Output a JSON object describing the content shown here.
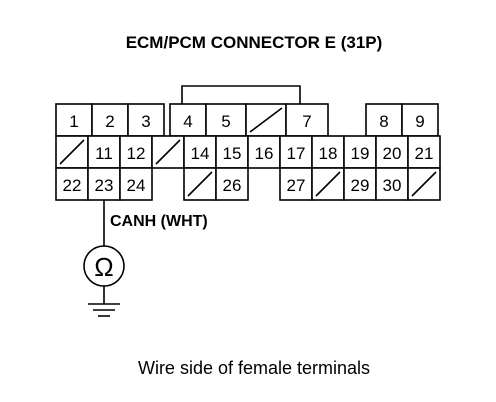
{
  "title": "ECM/PCM CONNECTOR E (31P)",
  "caption": "Wire side of female terminals",
  "wire_label": "CANH (WHT)",
  "meter_symbol": "Ω",
  "meter_icon": "ohmmeter-icon",
  "ground_icon": "ground-icon",
  "rows": [
    [
      "1",
      "2",
      "3",
      "4",
      "5",
      "",
      "7",
      "8",
      "9"
    ],
    [
      "",
      "11",
      "12",
      "",
      "14",
      "15",
      "16",
      "17",
      "18",
      "19",
      "20",
      "21"
    ],
    [
      "22",
      "23",
      "24",
      "",
      "26",
      "27",
      "",
      "29",
      "30",
      ""
    ]
  ]
}
